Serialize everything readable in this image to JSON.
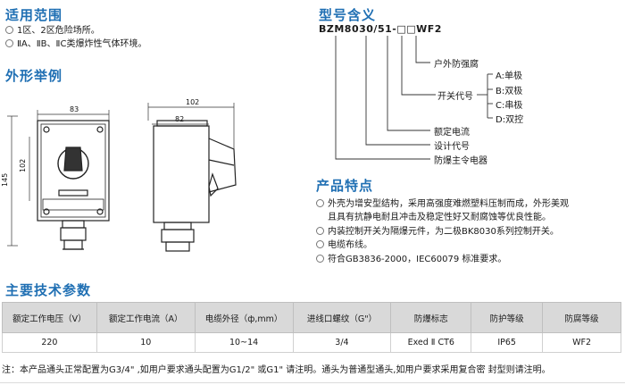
{
  "scope": {
    "title": "适用范围",
    "items": [
      "1区、2区危险场所。",
      "ⅡA、ⅡB、ⅡC类爆炸性气体环境。"
    ]
  },
  "drawing": {
    "title": "外形举例",
    "dims": {
      "d83": "83",
      "d102_top": "102",
      "d82": "82",
      "d102_side": "102",
      "d145": "145"
    }
  },
  "model": {
    "title": "型号含义",
    "code": "BZM8030/51-□□WF2",
    "labels": {
      "wf2": "户外防强腐",
      "switch_code": "开关代号",
      "a": "A:单极",
      "b": "B:双极",
      "c": "C:串极",
      "d": "D:双控",
      "current": "额定电流",
      "design": "设计代号",
      "appliance": "防爆主令电器"
    }
  },
  "features": {
    "title": "产品特点",
    "items": [
      "外壳为增安型结构，采用高强度难燃塑料压制而成，外形美观",
      "且具有抗静电耐且冲击及稳定性好又耐腐蚀等优良性能。",
      "内装控制开关为隔爆元件，为二极BK8030系列控制开关。",
      "电缆布线。",
      "符合GB3836-2000，IEC60079 标准要求。"
    ]
  },
  "specs": {
    "title": "主要技术参数",
    "headers": [
      "额定工作电压（V）",
      "额定工作电流（A）",
      "电缆外径（ф,mm）",
      "进线口螺纹（G\"）",
      "防爆标志",
      "防护等级",
      "防腐等级"
    ],
    "row": [
      "220",
      "10",
      "10~14",
      "3/4",
      "Exed Ⅱ CT6",
      "IP65",
      "WF2"
    ]
  },
  "note": "注：本产品通头正常配置为G3/4\" ,如用户要求通头配置为G1/2\" 或G1\" 请注明。通头为普通型通头,如用户要求采用复合密 封型则请注明。",
  "colors": {
    "accent": "#1f6fb3",
    "header_bg": "#d9d9d9"
  }
}
